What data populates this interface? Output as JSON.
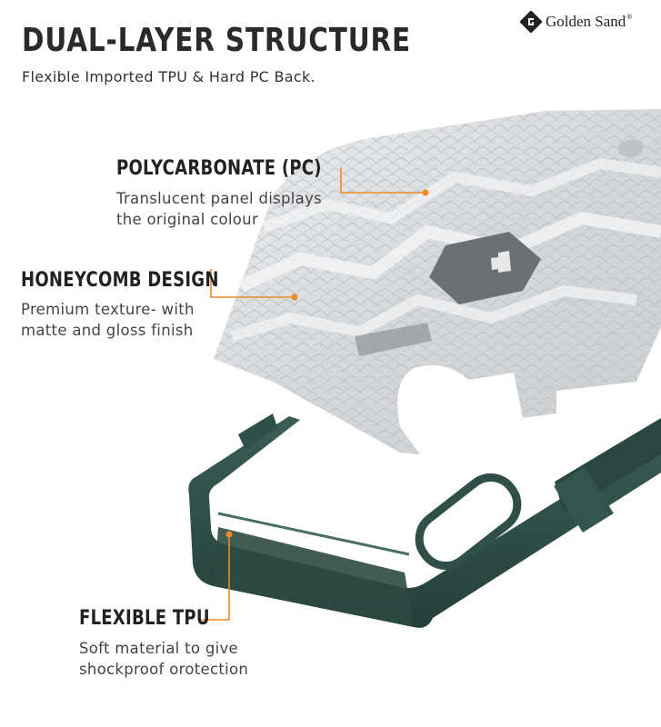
{
  "header": {
    "title": "DUAL-LAYER STRUCTURE",
    "subtitle": "Flexible Imported TPU & Hard PC Back."
  },
  "brand": {
    "name": "Golden Sand",
    "registered": "®",
    "logo_icon": "golden-sand-logo-icon"
  },
  "features": {
    "polycarbonate": {
      "title": "POLYCARBONATE (PC)",
      "desc_line1": "Translucent panel displays",
      "desc_line2": "the original colour"
    },
    "honeycomb": {
      "title": "HONEYCOMB DESIGN",
      "desc_line1": "Premium texture- with",
      "desc_line2": "matte and gloss finish"
    },
    "tpu": {
      "title": "FLEXIBLE TPU",
      "desc_line1": "Soft material to give",
      "desc_line2": "shockproof orotection"
    }
  },
  "colors": {
    "callout": "#f08a24",
    "tpu_green": "#2f4f48",
    "pc_panel": "#d9dbdd"
  }
}
